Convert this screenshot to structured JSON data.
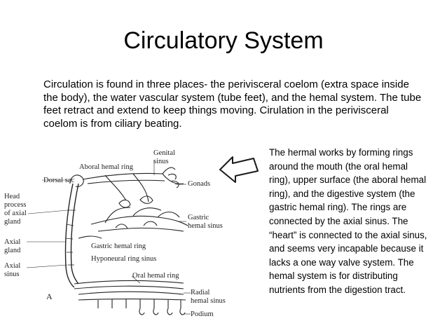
{
  "slide": {
    "title": "Circulatory System",
    "intro": "Circulation is found in three places- the perivisceral coelom (extra space inside the body), the water vascular system (tube feet), and the hemal system. The tube feet retract and extend to keep things moving. Cirulation in the perivisceral coelom is from ciliary beating.",
    "side_text": "The hermal works by forming rings around the mouth (the oral hemal ring), upper surface (the aboral hemal ring), and the digestive system (the gastric hemal ring). The rings are connected by the axial sinus. The “heart” is connected to the axial sinus, and seems very incapable because it lacks a one way valve system. The hemal system is for distributing nutrients from the digestion tract."
  },
  "diagram": {
    "labels": {
      "genital_sinus_1": "Genital",
      "genital_sinus_2": "sinus",
      "aboral_hemal_ring": "Aboral hemal ring",
      "dorsal_sac": "Dorsal sac",
      "gonads": "Gonads",
      "head_process_1": "Head",
      "head_process_2": "process",
      "head_process_3": "of axial",
      "head_process_4": "gland",
      "gastric_hemal_sinus_1": "Gastric",
      "gastric_hemal_sinus_2": "hemal sinus",
      "axial_gland_1": "Axial",
      "axial_gland_2": "gland",
      "gastric_hemal_ring": "Gastric hemal ring",
      "axial_sinus_1": "Axial",
      "axial_sinus_2": "sinus",
      "hyponeural_ring_sinus": "Hyponeural ring sinus",
      "oral_hemal_ring": "Oral hemal ring",
      "radial_hemal_sinus_1": "Radial",
      "radial_hemal_sinus_2": "hemal sinus",
      "panel_letter": "A",
      "podium": "Podium"
    }
  },
  "colors": {
    "text": "#000000",
    "diagram_ink": "#222222",
    "background": "#ffffff"
  }
}
